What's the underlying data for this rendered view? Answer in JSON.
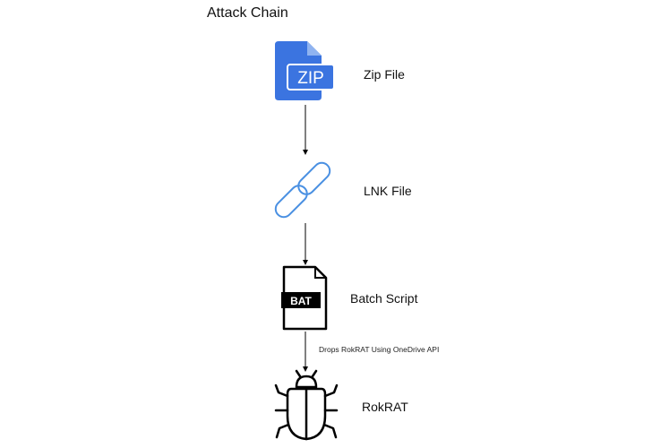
{
  "diagram": {
    "title": "Attack Chain",
    "nodes": [
      {
        "id": "zip",
        "label": "Zip File",
        "icon": "zip-file-icon",
        "icon_text": "ZIP",
        "color": "#3b74e0"
      },
      {
        "id": "lnk",
        "label": "LNK File",
        "icon": "chain-link-icon",
        "color": "#4a90e2"
      },
      {
        "id": "bat",
        "label": "Batch Script",
        "icon": "bat-file-icon",
        "icon_text": "BAT",
        "color": "#000000"
      },
      {
        "id": "rokrat",
        "label": "RokRAT",
        "icon": "bug-icon",
        "color": "#000000"
      }
    ],
    "edges": [
      {
        "from": "zip",
        "to": "lnk",
        "label": ""
      },
      {
        "from": "lnk",
        "to": "bat",
        "label": ""
      },
      {
        "from": "bat",
        "to": "rokrat",
        "label": "Drops RokRAT Using OneDrive API"
      }
    ]
  }
}
